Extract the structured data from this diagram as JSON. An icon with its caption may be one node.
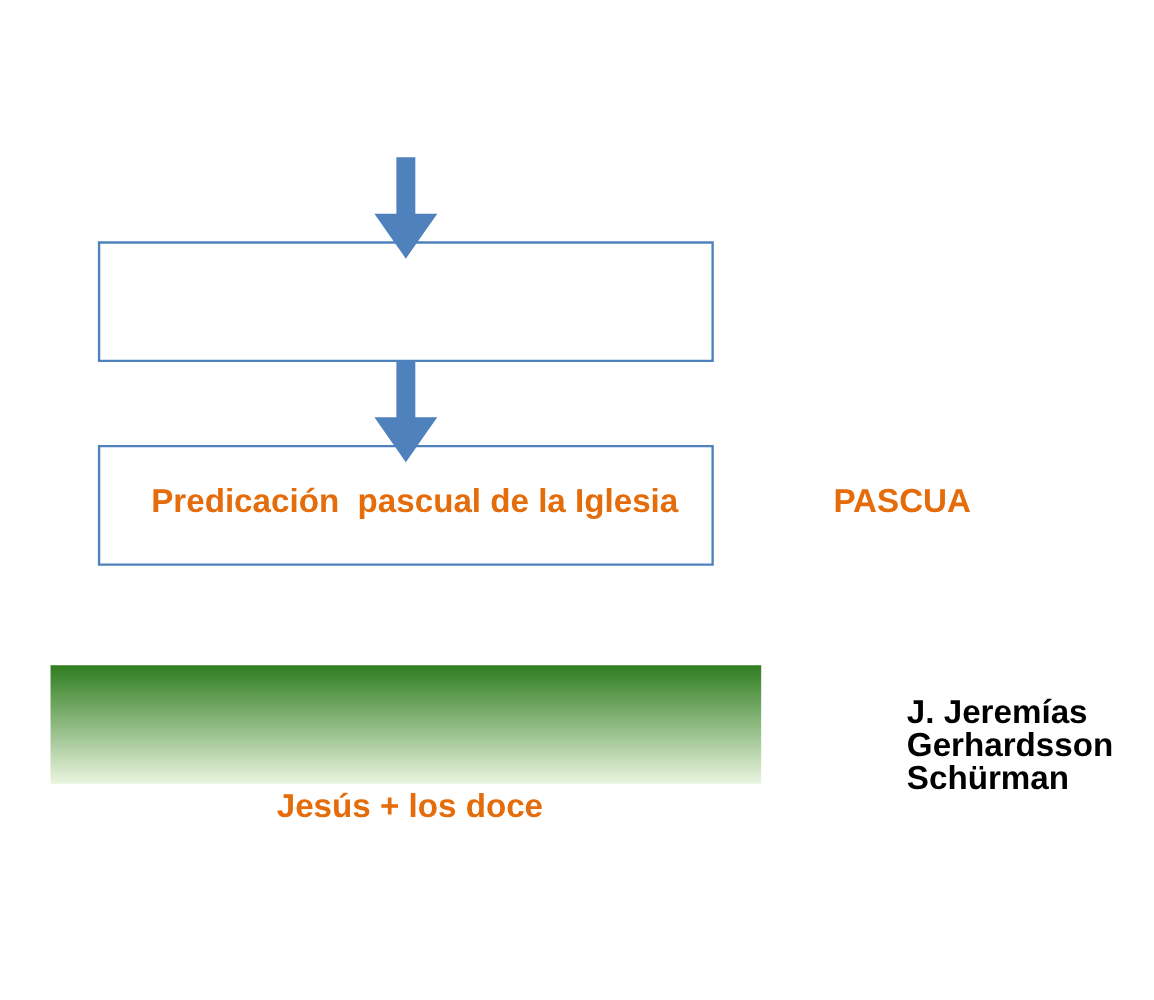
{
  "diagram": {
    "nodes": [
      {
        "text": [],
        "shape": "box"
      },
      {
        "text": [
          "Predicación  pascual de la Iglesia"
        ]
      },
      {
        "text": [],
        "shape": "bar",
        "beside": [
          "Jesús + los doce"
        ]
      }
    ],
    "edges": [
      {
        "from": null,
        "to": 0,
        "arrow": "to"
      },
      {
        "from": 0,
        "to": 1,
        "arrow": "to"
      }
    ],
    "labels": [
      "PASCUA",
      "J. Jeremías Gerhardsson Schürman"
    ]
  }
}
